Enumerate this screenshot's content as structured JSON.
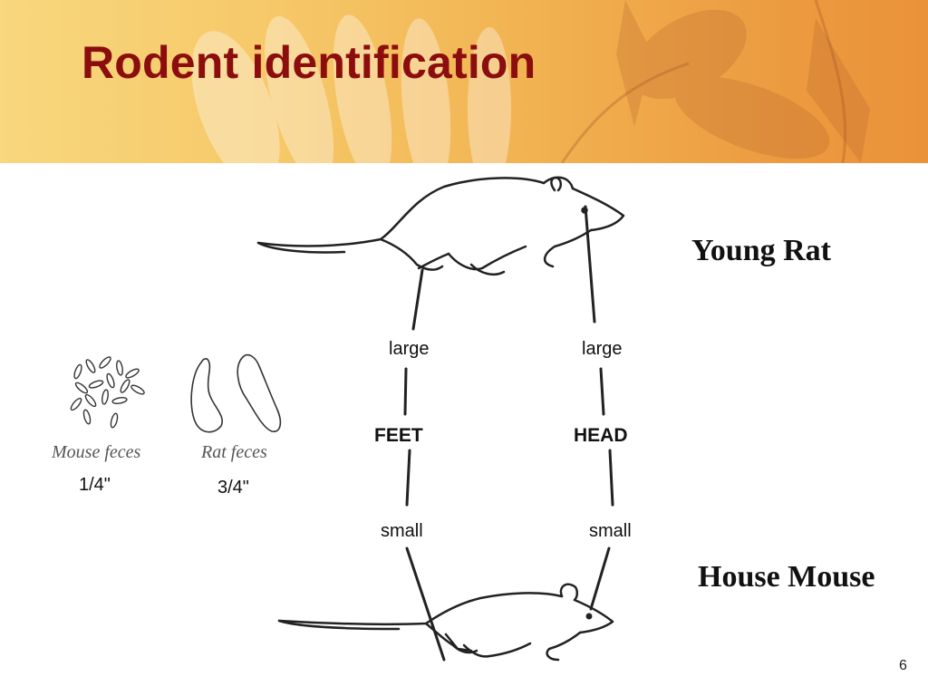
{
  "slide": {
    "title": "Rodent identification",
    "page_number": "6"
  },
  "animals": {
    "top_label": "Young Rat",
    "bottom_label": "House Mouse"
  },
  "comparison": {
    "feet": {
      "label": "FEET",
      "top": "large",
      "bottom": "small"
    },
    "head": {
      "label": "HEAD",
      "top": "large",
      "bottom": "small"
    }
  },
  "feces": {
    "mouse": {
      "caption": "Mouse feces",
      "size": "1/4\""
    },
    "rat": {
      "caption": "Rat feces",
      "size": "3/4\""
    }
  },
  "colors": {
    "title": "#8b0d0d",
    "header_accent": "#f1b04f"
  }
}
